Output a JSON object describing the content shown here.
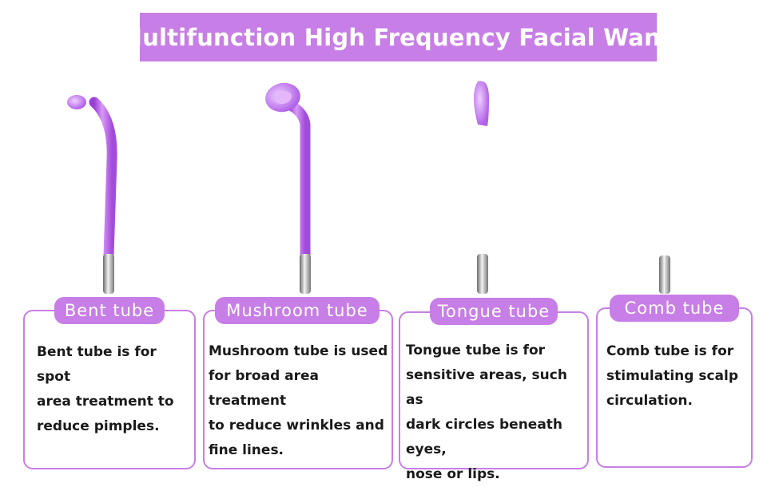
{
  "header": {
    "title": "Multifunction High Frequency Facial Wand"
  },
  "colors": {
    "accent": "#c77ee6",
    "tube": "#bb66ee",
    "metal": "#999999",
    "text": "#1a1a1a"
  },
  "tubes": [
    {
      "label": "Bent tube",
      "icon": "bent-tube-icon",
      "description": "Bent tube is for spot\n area treatment to\nreduce pimples."
    },
    {
      "label": "Mushroom tube",
      "icon": "mushroom-tube-icon",
      "description": "Mushroom tube is used\n for broad area treatment\n to reduce wrinkles and\nfine lines."
    },
    {
      "label": "Tongue tube",
      "icon": "tongue-tube-icon",
      "description": "Tongue tube is for\nsensitive areas, such as\ndark circles beneath eyes,\n nose or lips."
    },
    {
      "label": "Comb tube",
      "icon": "comb-tube-icon",
      "description": "Comb tube is for\nstimulating scalp\ncirculation."
    }
  ]
}
